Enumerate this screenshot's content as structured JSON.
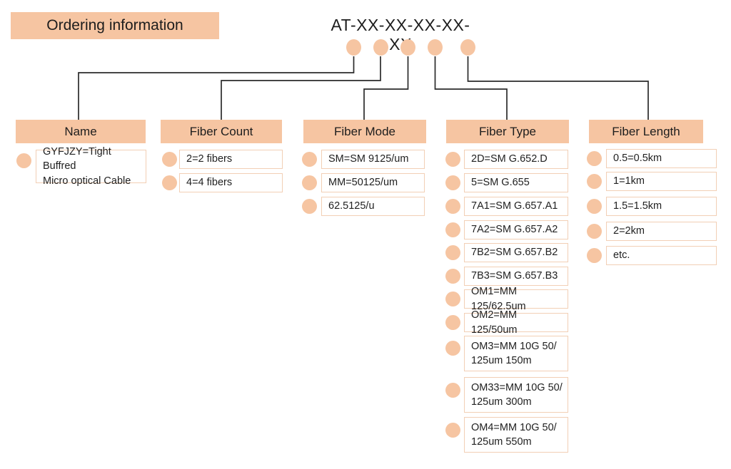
{
  "header": {
    "title": "Ordering information",
    "code": "AT-XX-XX-XX-XX-XX"
  },
  "colors": {
    "peach": "#f6c5a2",
    "item_border": "#f2cfb5",
    "connector_line": "#2b2b2b",
    "text": "#212121",
    "background": "#ffffff"
  },
  "columns": [
    {
      "label": "Name",
      "items": [
        {
          "text": "GYFJZY=Tight Buffred\nMicro optical Cable"
        }
      ]
    },
    {
      "label": "Fiber Count",
      "items": [
        {
          "text": "2=2 fibers"
        },
        {
          "text": "4=4 fibers"
        }
      ]
    },
    {
      "label": "Fiber Mode",
      "items": [
        {
          "text": "SM=SM 9125/um"
        },
        {
          "text": "MM=50125/um"
        },
        {
          "text": "62.5125/u"
        }
      ]
    },
    {
      "label": "Fiber Type",
      "items": [
        {
          "text": "2D=SM G.652.D"
        },
        {
          "text": "5=SM G.655"
        },
        {
          "text": "7A1=SM G.657.A1"
        },
        {
          "text": "7A2=SM G.657.A2"
        },
        {
          "text": "7B2=SM G.657.B2"
        },
        {
          "text": "7B3=SM G.657.B3"
        },
        {
          "text": "OM1=MM 125/62.5um"
        },
        {
          "text": "OM2=MM 125/50um"
        },
        {
          "text": "OM3=MM 10G 50/\n125um 150m"
        },
        {
          "text": "OM33=MM 10G 50/\n125um 300m"
        },
        {
          "text": "OM4=MM 10G 50/\n125um 550m"
        }
      ]
    },
    {
      "label": "Fiber Length",
      "items": [
        {
          "text": "0.5=0.5km"
        },
        {
          "text": "1=1km"
        },
        {
          "text": "1.5=1.5km"
        },
        {
          "text": "2=2km"
        },
        {
          "text": "etc."
        }
      ]
    }
  ]
}
